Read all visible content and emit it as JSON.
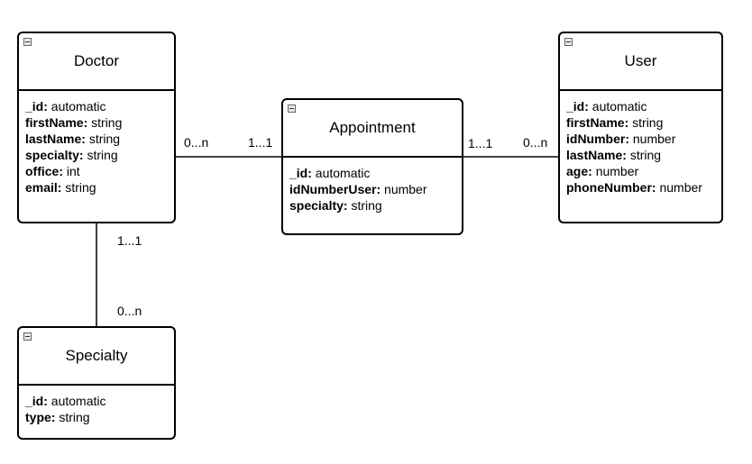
{
  "entities": {
    "doctor": {
      "name": "Doctor",
      "fields": [
        {
          "name": "_id:",
          "type": "automatic"
        },
        {
          "name": "firstName:",
          "type": "string"
        },
        {
          "name": "lastName:",
          "type": "string"
        },
        {
          "name": "specialty:",
          "type": "string"
        },
        {
          "name": "office:",
          "type": "int"
        },
        {
          "name": "email:",
          "type": "string"
        }
      ]
    },
    "appointment": {
      "name": "Appointment",
      "fields": [
        {
          "name": "_id:",
          "type": "automatic"
        },
        {
          "name": "idNumberUser:",
          "type": "number"
        },
        {
          "name": "specialty:",
          "type": "string"
        }
      ]
    },
    "user": {
      "name": "User",
      "fields": [
        {
          "name": "_id:",
          "type": "automatic"
        },
        {
          "name": "firstName:",
          "type": "string"
        },
        {
          "name": "idNumber:",
          "type": "number"
        },
        {
          "name": "lastName:",
          "type": "string"
        },
        {
          "name": "age:",
          "type": "number"
        },
        {
          "name": "phoneNumber:",
          "type": "number"
        }
      ]
    },
    "specialty": {
      "name": "Specialty",
      "fields": [
        {
          "name": "_id:",
          "type": "automatic"
        },
        {
          "name": "type:",
          "type": "string"
        }
      ]
    }
  },
  "relations": {
    "doctor_appointment": {
      "from_mult": "0...n",
      "to_mult": "1...1"
    },
    "appointment_user": {
      "from_mult": "1...1",
      "to_mult": "0...n"
    },
    "doctor_specialty": {
      "from_mult": "1...1",
      "to_mult": "0...n"
    }
  },
  "colors": {
    "border": "#000000",
    "background": "#ffffff"
  }
}
